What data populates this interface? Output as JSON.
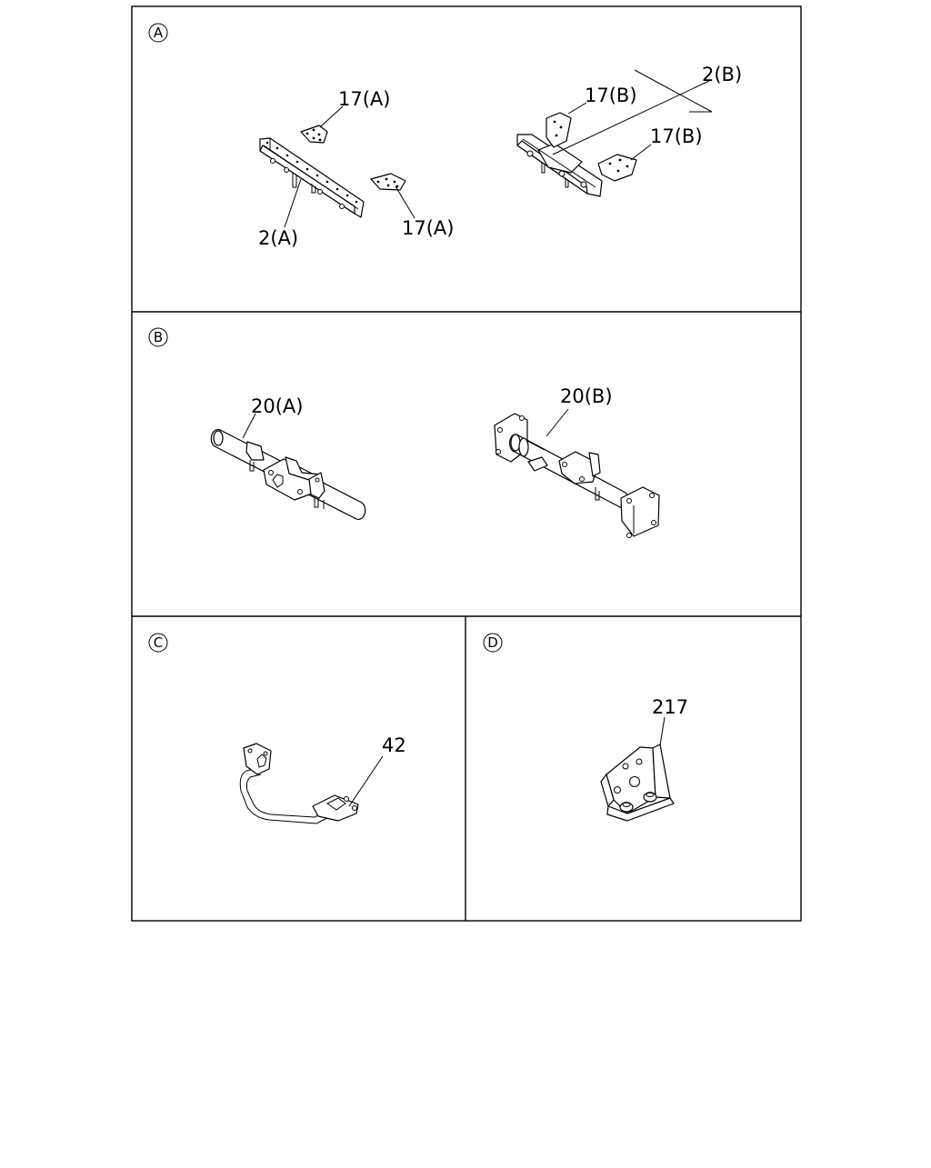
{
  "panels": {
    "a": {
      "marker": "A",
      "labels": {
        "bracket_a_top": "17(A)",
        "bracket_a_bottom": "17(A)",
        "crossmember_a": "2(A)",
        "bracket_b_top": "17(B)",
        "bracket_b_right": "17(B)",
        "crossmember_b": "2(B)"
      }
    },
    "b": {
      "marker": "B",
      "labels": {
        "tube_a": "20(A)",
        "tube_b": "20(B)"
      }
    },
    "c": {
      "marker": "C",
      "labels": {
        "bar": "42"
      }
    },
    "d": {
      "marker": "D",
      "labels": {
        "bracket": "217"
      }
    }
  }
}
